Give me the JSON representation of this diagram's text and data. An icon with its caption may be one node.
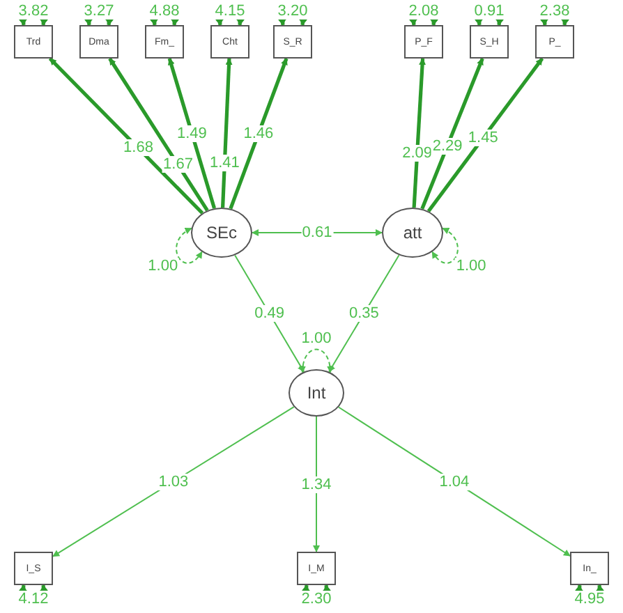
{
  "diagram": {
    "nodes": [
      {
        "text": [
          "Trd"
        ]
      },
      {
        "text": [
          "Dma"
        ]
      },
      {
        "text": [
          "Fm_"
        ]
      },
      {
        "text": [
          "Cht"
        ]
      },
      {
        "text": [
          "S_R"
        ]
      },
      {
        "text": [
          "P_F"
        ]
      },
      {
        "text": [
          "S_H"
        ]
      },
      {
        "text": [
          "P_"
        ]
      },
      {
        "text": [
          "SEc"
        ]
      },
      {
        "text": [
          "att"
        ]
      },
      {
        "text": [
          "Int"
        ]
      },
      {
        "text": [
          "I_S"
        ]
      },
      {
        "text": [
          "I_M"
        ]
      },
      {
        "text": [
          "In_"
        ]
      }
    ],
    "edges": [
      {
        "from": 8,
        "to": 0,
        "arrow": "to",
        "label": "1.68"
      },
      {
        "from": 8,
        "to": 1,
        "arrow": "to",
        "label": "1.67"
      },
      {
        "from": 8,
        "to": 2,
        "arrow": "to",
        "label": "1.49"
      },
      {
        "from": 8,
        "to": 3,
        "arrow": "to",
        "label": "1.41"
      },
      {
        "from": 8,
        "to": 4,
        "arrow": "to",
        "label": "1.46"
      },
      {
        "from": 9,
        "to": 5,
        "arrow": "to",
        "label": "2.09"
      },
      {
        "from": 9,
        "to": 6,
        "arrow": "to",
        "label": "2.29"
      },
      {
        "from": 9,
        "to": 7,
        "arrow": "to",
        "label": "1.45"
      },
      {
        "from": 8,
        "to": 9,
        "arrow": "both",
        "label": "0.61",
        "color": "#4fbf4f"
      },
      {
        "from": 8,
        "to": 10,
        "arrow": "to",
        "label": "0.49",
        "color": "#4fbf4f"
      },
      {
        "from": 9,
        "to": 10,
        "arrow": "to",
        "label": "0.35",
        "color": "#4fbf4f"
      },
      {
        "from": 10,
        "to": 11,
        "arrow": "to",
        "label": "1.03",
        "color": "#4fbf4f"
      },
      {
        "from": 10,
        "to": 12,
        "arrow": "to",
        "label": "1.34",
        "color": "#4fbf4f"
      },
      {
        "from": 10,
        "to": 13,
        "arrow": "to",
        "label": "1.04",
        "color": "#4fbf4f"
      },
      {
        "from": 0,
        "to": 0,
        "arrow": "both",
        "label": "3.82"
      },
      {
        "from": 1,
        "to": 1,
        "arrow": "both",
        "label": "3.27"
      },
      {
        "from": 2,
        "to": 2,
        "arrow": "both",
        "label": "4.88"
      },
      {
        "from": 3,
        "to": 3,
        "arrow": "both",
        "label": "4.15"
      },
      {
        "from": 4,
        "to": 4,
        "arrow": "both",
        "label": "3.20"
      },
      {
        "from": 5,
        "to": 5,
        "arrow": "both",
        "label": "2.08"
      },
      {
        "from": 6,
        "to": 6,
        "arrow": "both",
        "label": "0.91"
      },
      {
        "from": 7,
        "to": 7,
        "arrow": "both",
        "label": "2.38"
      },
      {
        "from": 11,
        "to": 11,
        "arrow": "both",
        "label": "4.12"
      },
      {
        "from": 12,
        "to": 12,
        "arrow": "both",
        "label": "2.30"
      },
      {
        "from": 13,
        "to": 13,
        "arrow": "both",
        "label": "4.95"
      },
      {
        "from": 8,
        "to": 8,
        "arrow": "both",
        "label": "1.00",
        "style": "dashed",
        "color": "#4fbf4f"
      },
      {
        "from": 9,
        "to": 9,
        "arrow": "both",
        "label": "1.00",
        "style": "dashed",
        "color": "#4fbf4f"
      },
      {
        "from": 10,
        "to": 10,
        "arrow": "both",
        "label": "1.00",
        "style": "dashed",
        "color": "#4fbf4f"
      }
    ]
  }
}
